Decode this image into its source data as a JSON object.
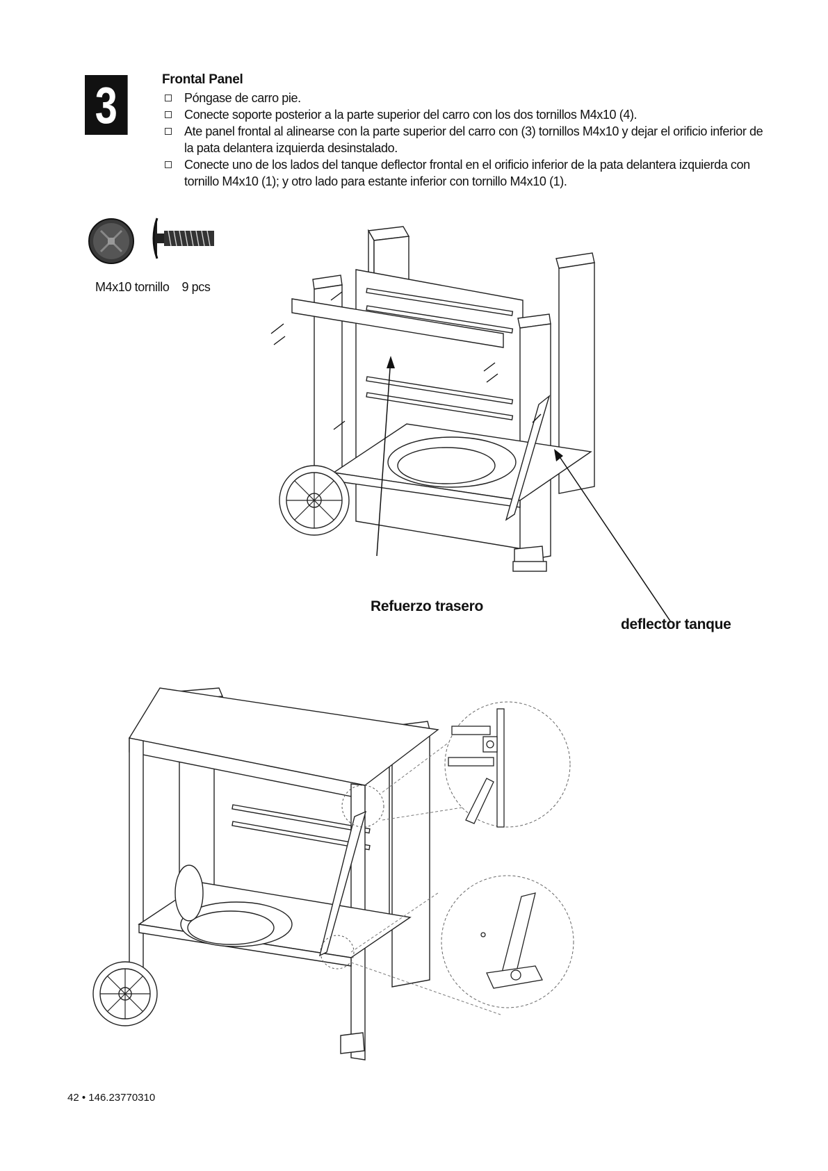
{
  "step": {
    "number": "3"
  },
  "instructions": {
    "title": "Frontal Panel",
    "items": [
      "Póngase de carro pie.",
      "Conecte soporte posterior a la parte superior del carro con los dos tornillos M4x10 (4).",
      "Ate panel frontal al alinearse con la parte superior del carro con (3) tornillos M4x10 y dejar el orificio inferior de la pata delantera izquierda desinstalado.",
      "Conecte uno de los lados del tanque deflector frontal en el orificio inferior de la pata delantera izquierda con tornillo M4x10 (1); y otro lado para estante inferior con tornillo M4x10 (1)."
    ]
  },
  "hardware": {
    "name": "M4x10 tornillo",
    "qty": "9 pcs"
  },
  "callouts": {
    "rear_brace": "Refuerzo trasero",
    "deflector": "deflector tanque"
  },
  "footer": {
    "page": "42 • 146.23770310"
  },
  "icons": [
    "screw-head-icon",
    "screw-side-icon",
    "checkbox-icon"
  ]
}
